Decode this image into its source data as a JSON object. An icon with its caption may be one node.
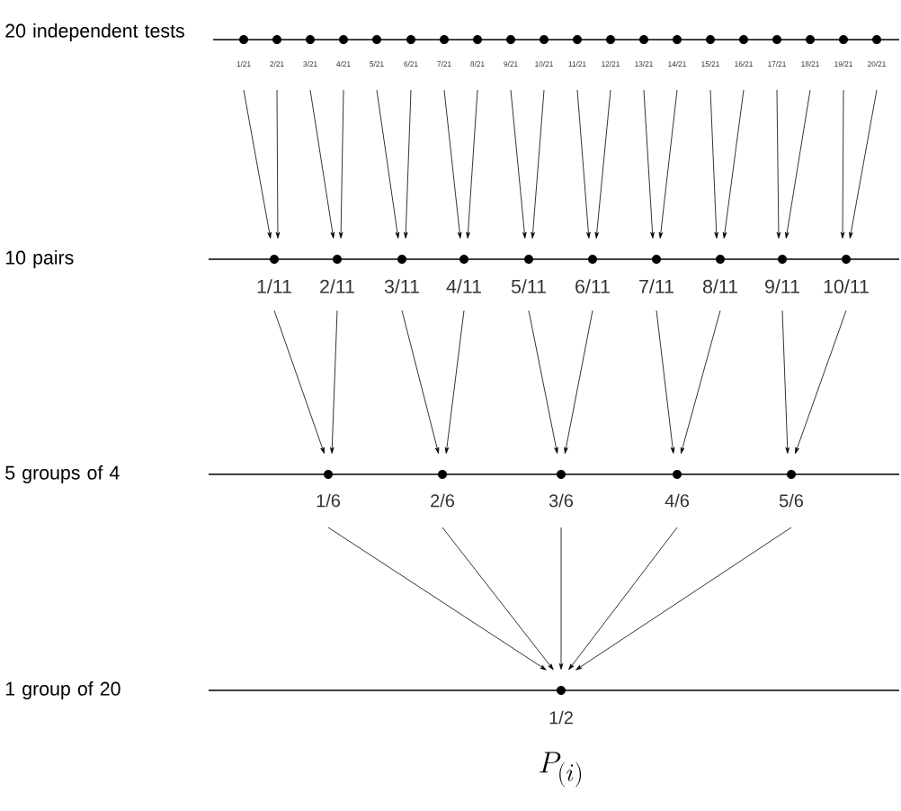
{
  "diagram": {
    "caption": "P_{(i)}",
    "nodes": [
      {
        "text": [],
        "shape": "circle",
        "beside": [
          "1/21"
        ]
      },
      {
        "text": [],
        "shape": "circle",
        "beside": [
          "2/21"
        ]
      },
      {
        "text": [],
        "shape": "circle",
        "beside": [
          "3/21"
        ]
      },
      {
        "text": [],
        "shape": "circle",
        "beside": [
          "4/21"
        ]
      },
      {
        "text": [],
        "shape": "circle",
        "beside": [
          "5/21"
        ]
      },
      {
        "text": [],
        "shape": "circle",
        "beside": [
          "6/21"
        ]
      },
      {
        "text": [],
        "shape": "circle",
        "beside": [
          "7/21"
        ]
      },
      {
        "text": [],
        "shape": "circle",
        "beside": [
          "8/21"
        ]
      },
      {
        "text": [],
        "shape": "circle",
        "beside": [
          "9/21"
        ]
      },
      {
        "text": [],
        "shape": "circle",
        "beside": [
          "10/21"
        ]
      },
      {
        "text": [],
        "shape": "circle",
        "beside": [
          "11/21"
        ]
      },
      {
        "text": [],
        "shape": "circle",
        "beside": [
          "12/21"
        ]
      },
      {
        "text": [],
        "shape": "circle",
        "beside": [
          "13/21"
        ]
      },
      {
        "text": [],
        "shape": "circle",
        "beside": [
          "14/21"
        ]
      },
      {
        "text": [],
        "shape": "circle",
        "beside": [
          "15/21"
        ]
      },
      {
        "text": [],
        "shape": "circle",
        "beside": [
          "16/21"
        ]
      },
      {
        "text": [],
        "shape": "circle",
        "beside": [
          "17/21"
        ]
      },
      {
        "text": [],
        "shape": "circle",
        "beside": [
          "18/21"
        ]
      },
      {
        "text": [],
        "shape": "circle",
        "beside": [
          "19/21"
        ]
      },
      {
        "text": [],
        "shape": "circle",
        "beside": [
          "20/21"
        ]
      },
      {
        "text": [],
        "shape": "circle",
        "beside": [
          "1/11"
        ]
      },
      {
        "text": [],
        "shape": "circle",
        "beside": [
          "2/11"
        ]
      },
      {
        "text": [],
        "shape": "circle",
        "beside": [
          "3/11"
        ]
      },
      {
        "text": [],
        "shape": "circle",
        "beside": [
          "4/11"
        ]
      },
      {
        "text": [],
        "shape": "circle",
        "beside": [
          "5/11"
        ]
      },
      {
        "text": [],
        "shape": "circle",
        "beside": [
          "6/11"
        ]
      },
      {
        "text": [],
        "shape": "circle",
        "beside": [
          "7/11"
        ]
      },
      {
        "text": [],
        "shape": "circle",
        "beside": [
          "8/11"
        ]
      },
      {
        "text": [],
        "shape": "circle",
        "beside": [
          "9/11"
        ]
      },
      {
        "text": [],
        "shape": "circle",
        "beside": [
          "10/11"
        ]
      },
      {
        "text": [],
        "shape": "circle",
        "beside": [
          "1/6"
        ]
      },
      {
        "text": [],
        "shape": "circle",
        "beside": [
          "2/6"
        ]
      },
      {
        "text": [],
        "shape": "circle",
        "beside": [
          "3/6"
        ]
      },
      {
        "text": [],
        "shape": "circle",
        "beside": [
          "4/6"
        ]
      },
      {
        "text": [],
        "shape": "circle",
        "beside": [
          "5/6"
        ]
      },
      {
        "text": [],
        "shape": "circle",
        "beside": [
          "1/2"
        ]
      }
    ],
    "edges": [
      {
        "from": 0,
        "to": 20,
        "arrow": "to"
      },
      {
        "from": 1,
        "to": 20,
        "arrow": "to"
      },
      {
        "from": 2,
        "to": 21,
        "arrow": "to"
      },
      {
        "from": 3,
        "to": 21,
        "arrow": "to"
      },
      {
        "from": 4,
        "to": 22,
        "arrow": "to"
      },
      {
        "from": 5,
        "to": 22,
        "arrow": "to"
      },
      {
        "from": 6,
        "to": 23,
        "arrow": "to"
      },
      {
        "from": 7,
        "to": 23,
        "arrow": "to"
      },
      {
        "from": 8,
        "to": 24,
        "arrow": "to"
      },
      {
        "from": 9,
        "to": 24,
        "arrow": "to"
      },
      {
        "from": 10,
        "to": 25,
        "arrow": "to"
      },
      {
        "from": 11,
        "to": 25,
        "arrow": "to"
      },
      {
        "from": 12,
        "to": 26,
        "arrow": "to"
      },
      {
        "from": 13,
        "to": 26,
        "arrow": "to"
      },
      {
        "from": 14,
        "to": 27,
        "arrow": "to"
      },
      {
        "from": 15,
        "to": 27,
        "arrow": "to"
      },
      {
        "from": 16,
        "to": 28,
        "arrow": "to"
      },
      {
        "from": 17,
        "to": 28,
        "arrow": "to"
      },
      {
        "from": 18,
        "to": 29,
        "arrow": "to"
      },
      {
        "from": 19,
        "to": 29,
        "arrow": "to"
      },
      {
        "from": 20,
        "to": 30,
        "arrow": "to"
      },
      {
        "from": 21,
        "to": 30,
        "arrow": "to"
      },
      {
        "from": 22,
        "to": 31,
        "arrow": "to"
      },
      {
        "from": 23,
        "to": 31,
        "arrow": "to"
      },
      {
        "from": 24,
        "to": 32,
        "arrow": "to"
      },
      {
        "from": 25,
        "to": 32,
        "arrow": "to"
      },
      {
        "from": 26,
        "to": 33,
        "arrow": "to"
      },
      {
        "from": 27,
        "to": 33,
        "arrow": "to"
      },
      {
        "from": 28,
        "to": 34,
        "arrow": "to"
      },
      {
        "from": 29,
        "to": 34,
        "arrow": "to"
      },
      {
        "from": 30,
        "to": 35,
        "arrow": "to"
      },
      {
        "from": 31,
        "to": 35,
        "arrow": "to"
      },
      {
        "from": 32,
        "to": 35,
        "arrow": "to"
      },
      {
        "from": 33,
        "to": 35,
        "arrow": "to"
      },
      {
        "from": 34,
        "to": 35,
        "arrow": "to"
      }
    ],
    "labels": [
      "20 independent tests",
      "10 pairs",
      "5 groups of 4",
      "1 group of 20"
    ]
  }
}
